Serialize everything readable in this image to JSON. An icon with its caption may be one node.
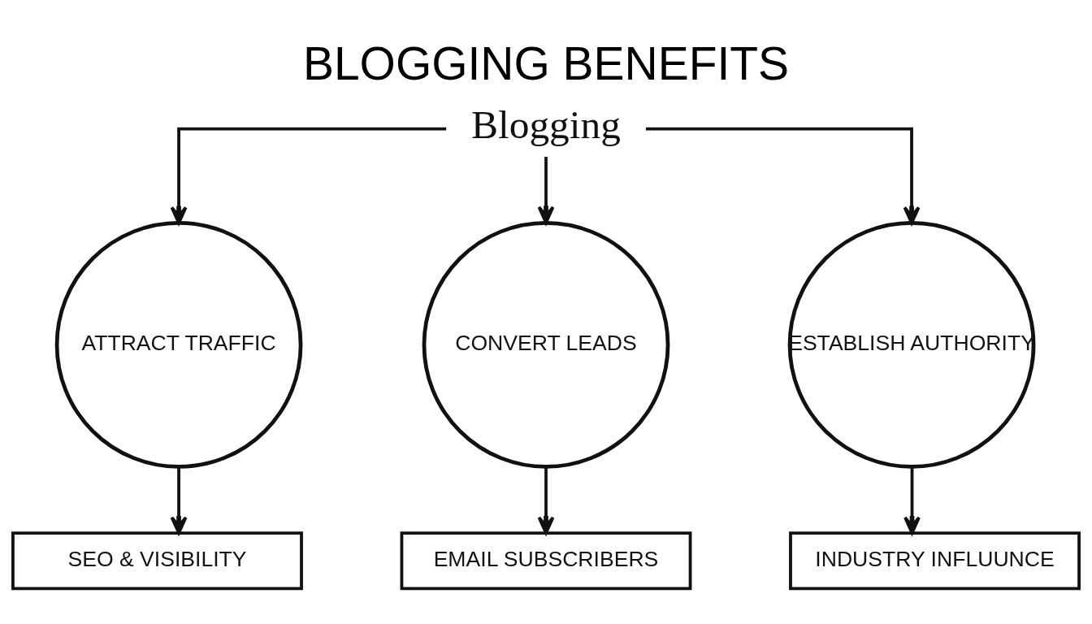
{
  "diagram": {
    "title": "BLOGGING BENEFITS",
    "nodes": [
      {
        "text": [
          "Blogging"
        ]
      },
      {
        "text": [
          "ATTRACT TRAFFIC"
        ]
      },
      {
        "text": [
          "CONVERT LEADS"
        ]
      },
      {
        "text": [
          "ESTABLISH AUTHORITY"
        ]
      },
      {
        "text": [
          "SEO & VISIBILITY"
        ]
      },
      {
        "text": [
          "EMAIL SUBSCRIBERS"
        ]
      },
      {
        "text": [
          "INDUSTRY INFLUUNCE"
        ]
      }
    ],
    "edges": [
      {
        "from": 0,
        "to": 1,
        "arrow": "to"
      },
      {
        "from": 0,
        "to": 2,
        "arrow": "to"
      },
      {
        "from": 0,
        "to": 3,
        "arrow": "to"
      },
      {
        "from": 1,
        "to": 4,
        "arrow": "to"
      },
      {
        "from": 2,
        "to": 5,
        "arrow": "to"
      },
      {
        "from": 3,
        "to": 6,
        "arrow": "to"
      }
    ]
  }
}
